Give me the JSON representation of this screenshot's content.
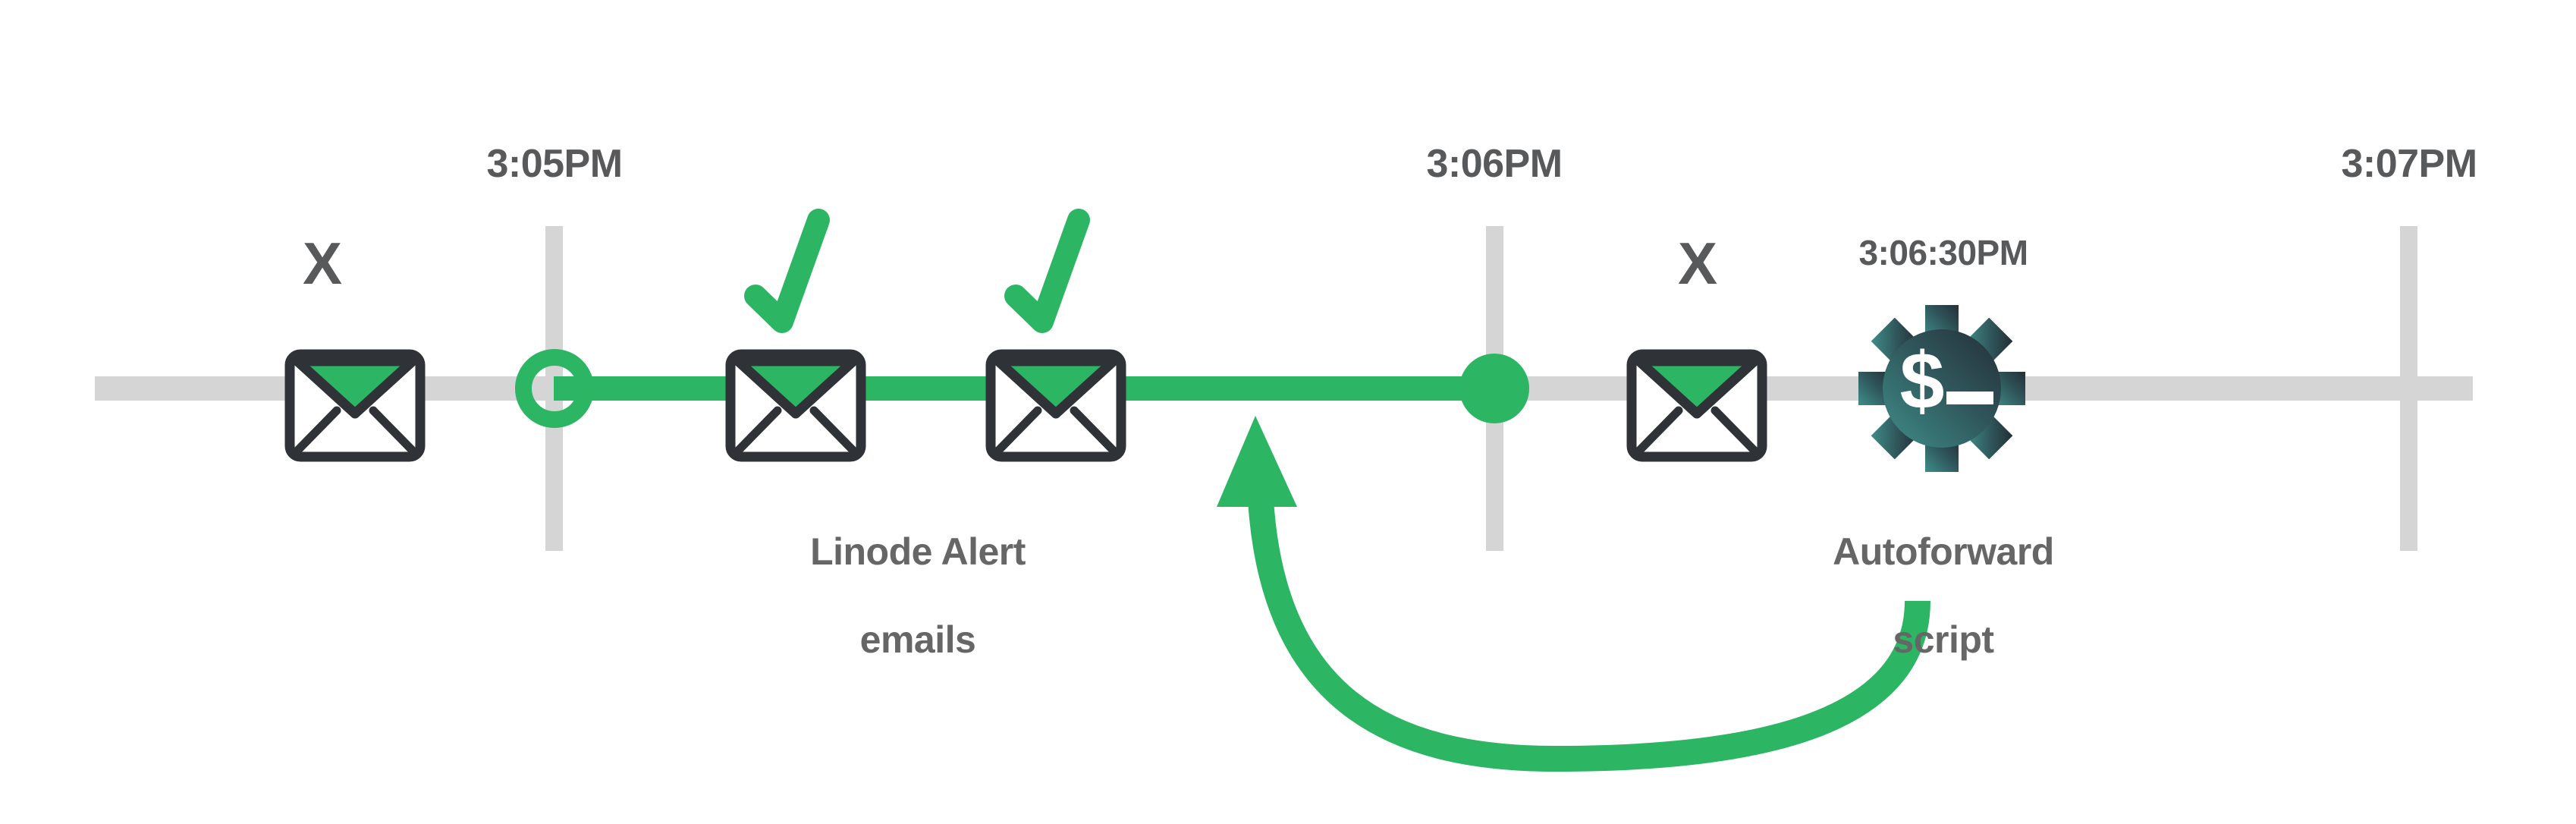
{
  "diagram": {
    "type": "timeline",
    "title_text": "",
    "background_color": "#ffffff",
    "colors": {
      "track_inactive": "#d5d5d5",
      "track_active": "#2cb563",
      "text_dark": "#58595b",
      "text_caption": "#666666",
      "envelope_outline": "#2f3338",
      "envelope_flap": "#2cb563",
      "gear_gradient_start": "#3f8e89",
      "gear_gradient_end": "#27333a",
      "check_green": "#2cb563",
      "x_gray": "#58595b"
    },
    "axis": {
      "orientation": "horizontal",
      "range_start_label": "3:05PM",
      "range_end_label": "3:07PM"
    },
    "ticks": [
      {
        "label": "3:05PM",
        "marker": "ring",
        "marker_state": "start-of-active-range"
      },
      {
        "label": "3:06PM",
        "marker": "dot",
        "marker_state": "end-of-active-range"
      },
      {
        "label": "3:07PM",
        "marker": "none",
        "marker_state": "plain"
      }
    ],
    "events": [
      {
        "id": "email-before-window",
        "icon": "envelope-icon",
        "status_mark": "X",
        "status_meaning": "not-forwarded",
        "time_label": "",
        "caption": ""
      },
      {
        "id": "linode-alert-email-1",
        "icon": "envelope-icon",
        "status_mark": "check",
        "status_meaning": "forwarded",
        "time_label": "",
        "caption": "Linode Alert\nemails"
      },
      {
        "id": "linode-alert-email-2",
        "icon": "envelope-icon",
        "status_mark": "check",
        "status_meaning": "forwarded",
        "time_label": "",
        "caption": ""
      },
      {
        "id": "email-after-window",
        "icon": "envelope-icon",
        "status_mark": "X",
        "status_meaning": "not-forwarded",
        "time_label": "",
        "caption": ""
      },
      {
        "id": "autoforward-script-run",
        "icon": "gear-dollar-icon",
        "status_mark": "none",
        "status_meaning": "script-execution",
        "time_label": "3:06:30PM",
        "caption": "Autoforward\nscript"
      }
    ],
    "annotations": [
      {
        "id": "script-scans-window-arrow",
        "type": "curved-arrow",
        "color": "#2cb563",
        "from_event": "autoforward-script-run",
        "to_target": "active-timeline-window",
        "direction": "up-left"
      }
    ]
  },
  "labels": {
    "tick_1": "3:05PM",
    "tick_2": "3:06PM",
    "tick_3": "3:07PM",
    "script_time": "3:06:30PM",
    "caption_emails_line1": "Linode Alert",
    "caption_emails_line2": "emails",
    "caption_script_line1": "Autoforward",
    "caption_script_line2": "script",
    "mark_x_left": "X",
    "mark_x_right": "X"
  }
}
